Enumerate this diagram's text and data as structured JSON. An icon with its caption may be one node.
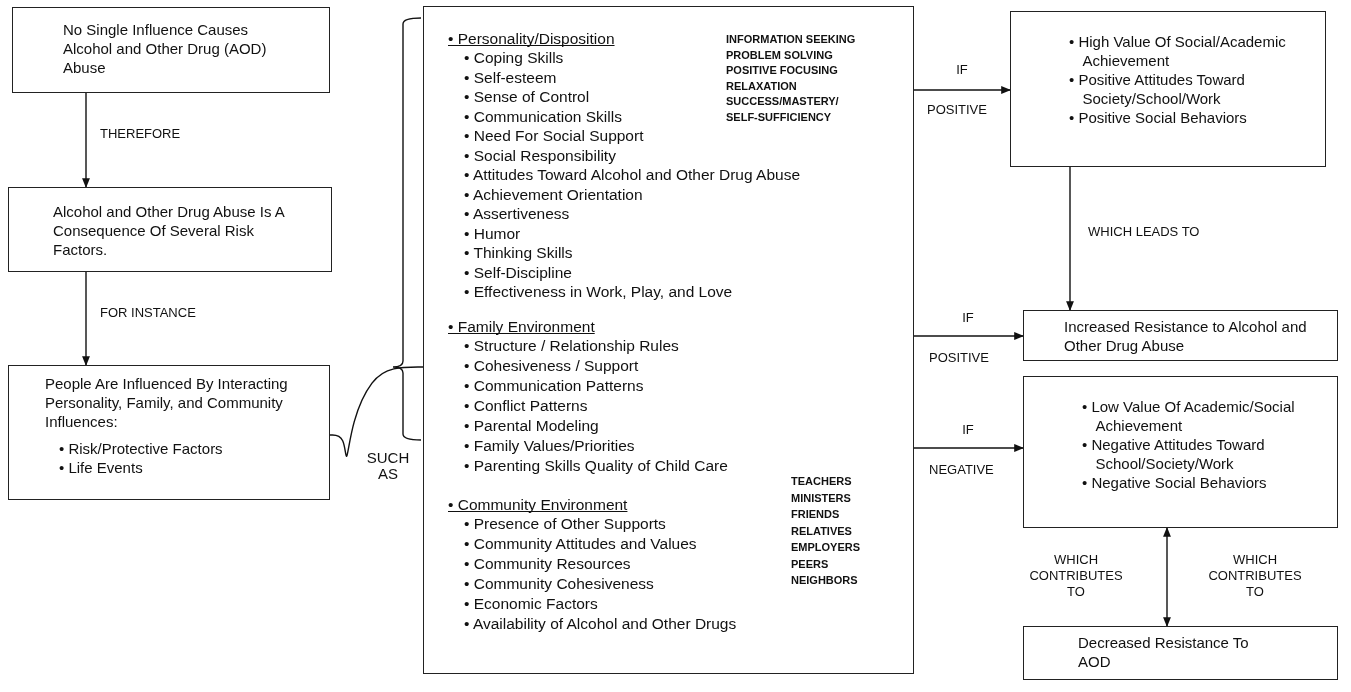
{
  "diagram": {
    "nodes": [
      {
        "text": [
          "No Single Influence Causes Alcohol and Other Drug (AOD) Abuse"
        ]
      },
      {
        "text": [
          "Alcohol and Other Drug Abuse Is A Consequence Of Several Risk Factors."
        ]
      },
      {
        "text": [
          "People Are Influenced By Interacting Personality, Family, and Community Influences:",
          "• Risk/Protective Factors",
          "• Life Events"
        ]
      },
      {
        "text": [
          "• Personality/Disposition",
          "• Coping Skills",
          "• Self-esteem",
          "• Sense of Control",
          "• Communication Skills",
          "• Need For Social Support",
          "• Social Responsibility",
          "• Attitudes Toward Alcohol and Other Drug Abuse",
          "• Achievement Orientation",
          "• Assertiveness",
          "• Humor",
          "• Thinking Skills",
          "• Self-Discipline",
          "• Effectiveness in Work, Play, and Love",
          "• Family Environment",
          "• Structure / Relationship Rules",
          "• Cohesiveness / Support",
          "• Communication Patterns",
          "• Conflict Patterns",
          "• Parental Modeling",
          "• Family Values/Priorities",
          "• Parenting Skills Quality of Child Care",
          "• Community Environment",
          "• Presence of Other Supports",
          "• Community Attitudes and Values",
          "• Community Resources",
          "• Community Cohesiveness",
          "• Economic Factors",
          "• Availability of Alcohol and Other Drugs"
        ]
      },
      {
        "text": [
          "• High Value Of Social/Academic Achievement",
          "• Positive Attitudes Toward Society/School/Work",
          "• Positive Social Behaviors"
        ]
      },
      {
        "text": [
          "Increased Resistance to Alcohol and Other Drug Abuse"
        ]
      },
      {
        "text": [
          "• Low Value Of Academic/Social Achievement",
          "• Negative Attitudes Toward School/Society/Work",
          "• Negative Social Behaviors"
        ]
      },
      {
        "text": [
          "Decreased Resistance To AOD"
        ]
      }
    ],
    "edges": [
      {
        "from": 0,
        "to": 1,
        "arrow": "to",
        "label": "THEREFORE"
      },
      {
        "from": 1,
        "to": 2,
        "arrow": "to",
        "label": "FOR INSTANCE"
      },
      {
        "from": 2,
        "to": 3,
        "arrow": "none",
        "label": "SUCH AS"
      },
      {
        "from": 3,
        "to": 4,
        "arrow": "to",
        "label": "IF"
      },
      {
        "from": 3,
        "to": 5,
        "arrow": "to",
        "label": "IF"
      },
      {
        "from": 3,
        "to": 6,
        "arrow": "to",
        "label": "IF"
      },
      {
        "from": 4,
        "to": 5,
        "arrow": "to",
        "label": "WHICH LEADS TO"
      },
      {
        "from": 6,
        "to": 7,
        "arrow": "both",
        "label": "WHICH CONTRIBUTES TO"
      }
    ],
    "labels": [
      "INFORMATION SEEKING",
      "PROBLEM SOLVING",
      "POSITIVE FOCUSING",
      "RELAXATION",
      "SUCCESS/MASTERY/",
      "SELF-SUFFICIENCY",
      "POSITIVE",
      "TEACHERS",
      "MINISTERS",
      "FRIENDS",
      "RELATIVES",
      "EMPLOYERS",
      "PEERS",
      "NEIGHBORS",
      "POSITIVE",
      "NEGATIVE",
      "WHICH CONTRIBUTES TO"
    ]
  }
}
